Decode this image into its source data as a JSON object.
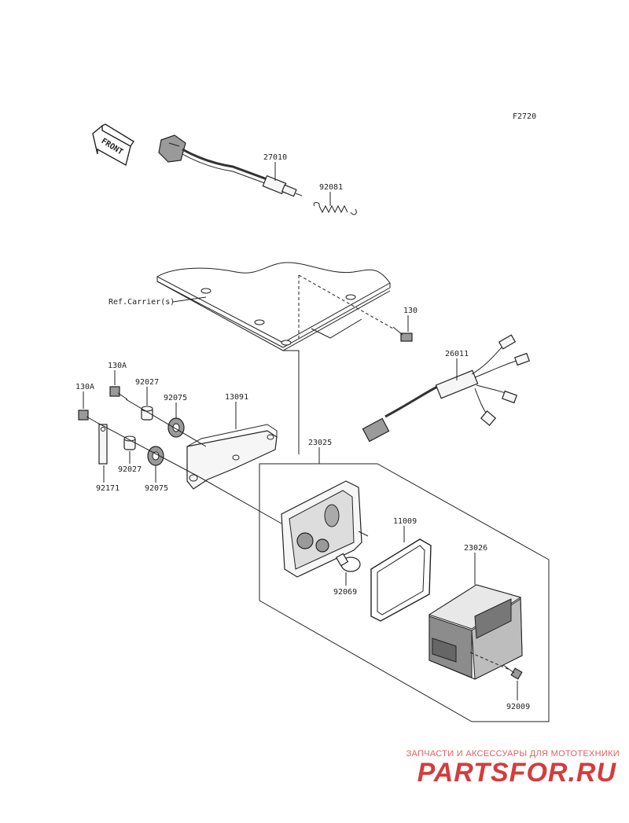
{
  "diagram": {
    "code": "F2720",
    "front_label": "FRONT",
    "ref_label": "Ref.Carrier(s)",
    "parts": {
      "p27010": "27010",
      "p92081": "92081",
      "p130": "130",
      "p26011": "26011",
      "p130A_a": "130A",
      "p130A_b": "130A",
      "p92027_a": "92027",
      "p92075_a": "92075",
      "p13091": "13091",
      "p92027_b": "92027",
      "p92075_b": "92075",
      "p92171": "92171",
      "p23025": "23025",
      "p11009": "11009",
      "p23026": "23026",
      "p92069": "92069",
      "p92009": "92009"
    }
  },
  "watermark": {
    "tagline": "ЗАПЧАСТИ И АКСЕССУАРЫ ДЛЯ МОТОТЕХНИКИ",
    "logo": "PARTSFOR.RU"
  }
}
